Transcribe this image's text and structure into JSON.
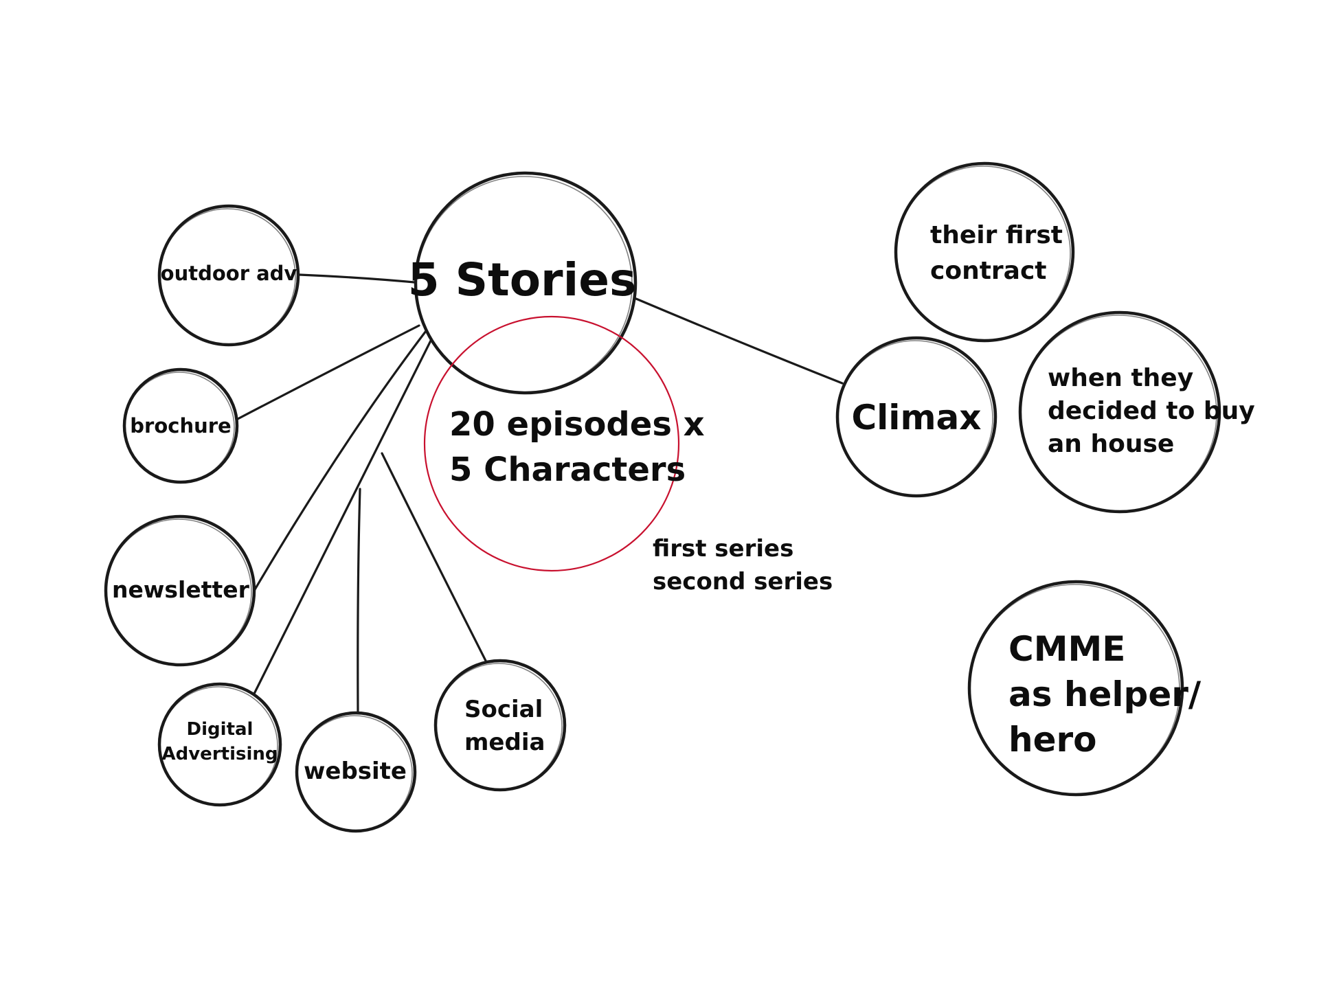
{
  "central": {
    "title": "5 Stories"
  },
  "overlap": {
    "line1": "20 episodes x",
    "line2": "5 Characters"
  },
  "series_note": {
    "line1": "first series",
    "line2": "second series"
  },
  "channels": [
    {
      "id": "outdoor",
      "lines": [
        "outdoor adv"
      ]
    },
    {
      "id": "brochure",
      "lines": [
        "brochure"
      ]
    },
    {
      "id": "newsletter",
      "lines": [
        "newsletter"
      ]
    },
    {
      "id": "digital",
      "lines": [
        "Digital",
        "Advertising"
      ]
    },
    {
      "id": "website",
      "lines": [
        "website"
      ]
    },
    {
      "id": "social",
      "lines": [
        "Social",
        "media"
      ]
    }
  ],
  "story_arc": {
    "climax": "Climax",
    "first_contract": [
      "their first",
      "contract"
    ],
    "buy_house": [
      "when they",
      "decided to buy",
      "an house"
    ]
  },
  "cmme": [
    "CMME",
    "as helper/",
    "hero"
  ],
  "colors": {
    "ink": "#1a1a1a",
    "accent": "#c8102e",
    "background": "#ffffff"
  }
}
